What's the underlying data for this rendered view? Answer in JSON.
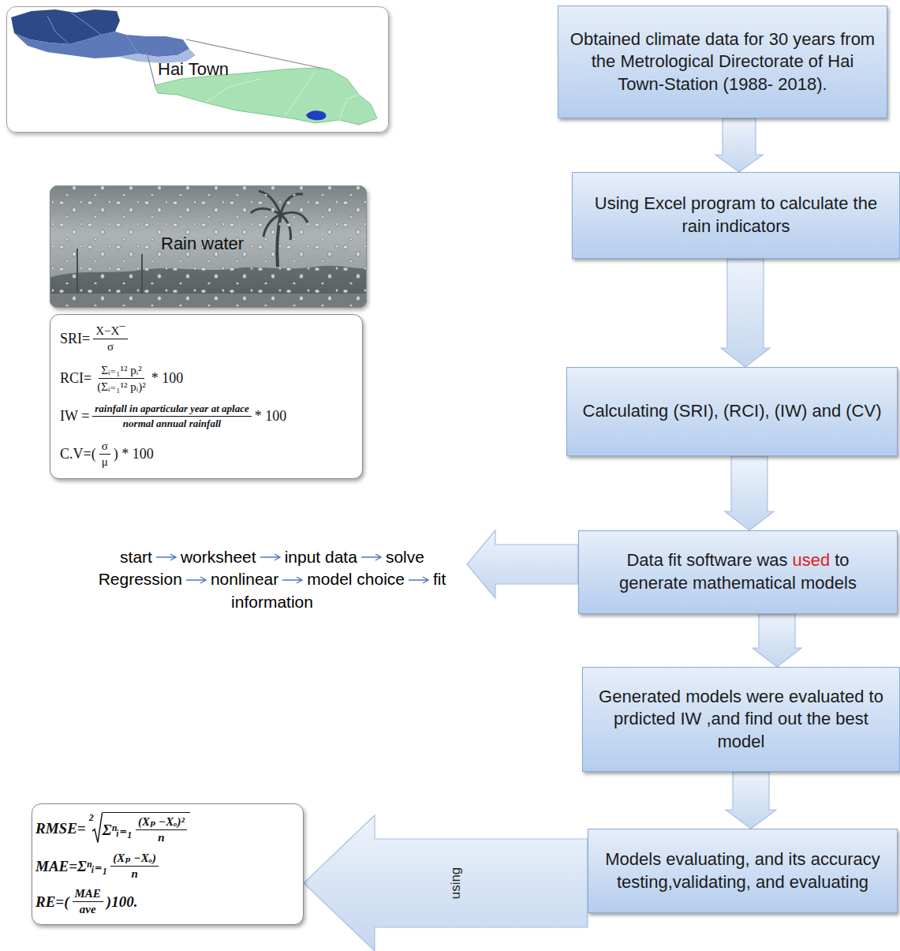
{
  "diagram": {
    "nodes": [
      {
        "text": [
          "Hai Town"
        ]
      },
      {
        "text": [
          "Obtained climate data for 30 years from the Metrological Directorate of Hai Town-Station (1988- 2018)."
        ]
      },
      {
        "text": [
          "Rain water"
        ]
      },
      {
        "text": [
          "SRI=",
          "X−X¯",
          "σ",
          "RCI=",
          "Σᵢ₌₁¹²  pᵢ²",
          "(Σᵢ₌₁¹²  pᵢ)²",
          "* 100",
          "IW =",
          "rainfall in aparticular year at aplace",
          "normal annual rainfall",
          "* 100",
          "C.V=(",
          "σ",
          "μ",
          ") * 100"
        ]
      },
      {
        "text": [
          "Using Excel program to calculate the rain indicators"
        ]
      },
      {
        "text": [
          "Calculating (SRI), (RCI), (IW) and (CV)"
        ]
      },
      {
        "text": [
          "Data fit software was",
          "used",
          "to generate mathematical models"
        ]
      },
      {
        "text": [
          "start",
          "worksheet",
          "input data",
          "solve",
          "Regression",
          "nonlinear",
          "model choice",
          "fit",
          "information"
        ]
      },
      {
        "text": [
          "Generated models were evaluated to prdicted IW ,and find out the best model"
        ]
      },
      {
        "text": [
          "Models evaluating, and its accuracy testing,validating, and evaluating"
        ]
      },
      {
        "text": [
          "RMSE=",
          "2",
          "Σⁿᵢ₌₁",
          "(Xₚ −Xₒ)²",
          "n",
          "MAE=Σⁿᵢ₌₁",
          "(Xₚ −Xₒ)",
          "n",
          "RE=(",
          "MAE",
          "ave",
          ")100."
        ]
      }
    ],
    "edges": [
      {
        "from": 1,
        "to": 4,
        "arrow": "to"
      },
      {
        "from": 4,
        "to": 5,
        "arrow": "to"
      },
      {
        "from": 5,
        "to": 6,
        "arrow": "to"
      },
      {
        "from": 6,
        "to": 7,
        "arrow": "to"
      },
      {
        "from": 6,
        "to": 8,
        "arrow": "to"
      },
      {
        "from": 8,
        "to": 9,
        "arrow": "to"
      },
      {
        "from": 9,
        "to": 10,
        "label": "using",
        "arrow": "to"
      }
    ]
  }
}
